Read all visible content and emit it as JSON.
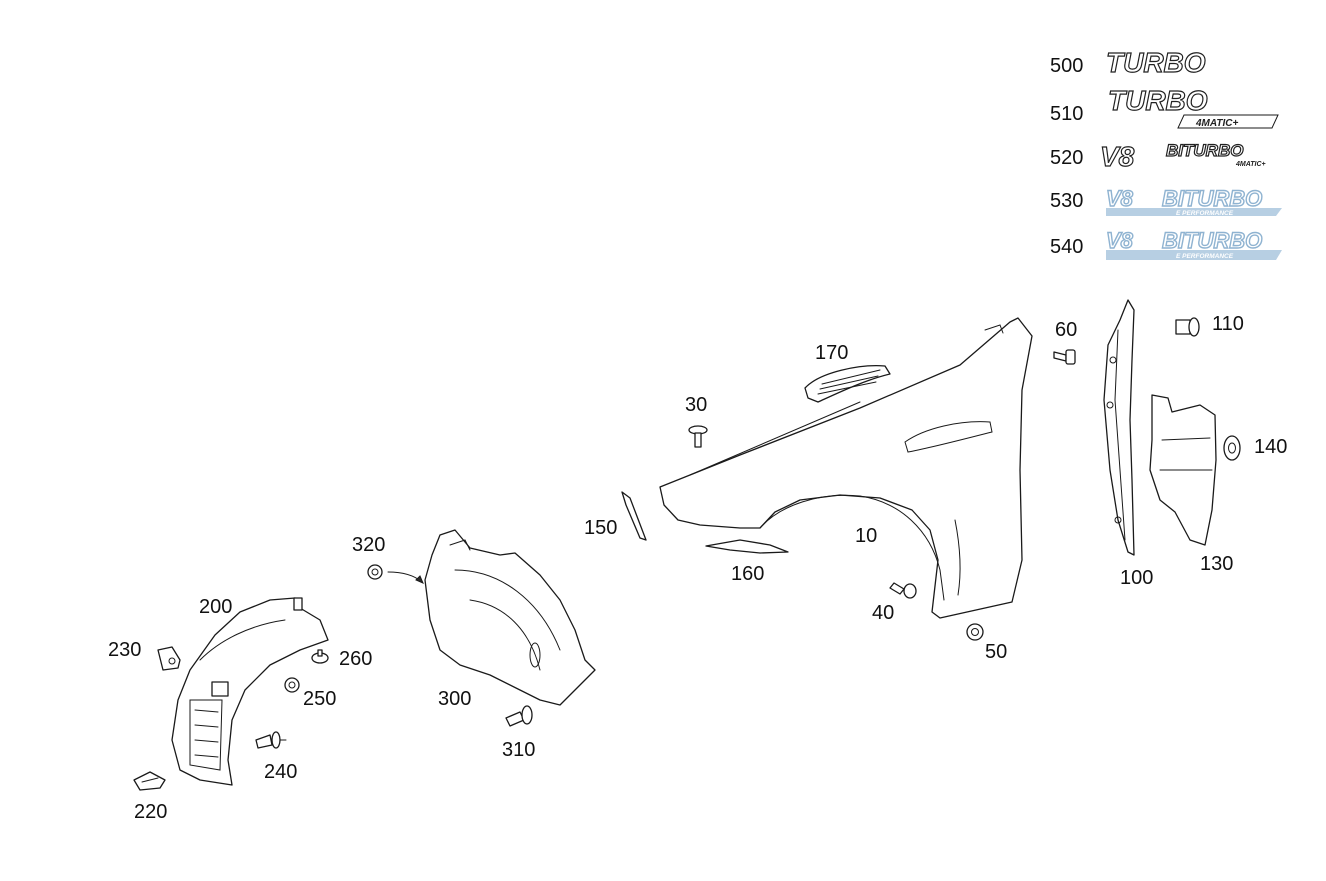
{
  "callouts": {
    "c10": "10",
    "c30": "30",
    "c40": "40",
    "c50": "50",
    "c60": "60",
    "c100": "100",
    "c110": "110",
    "c130": "130",
    "c140": "140",
    "c150": "150",
    "c160": "160",
    "c170": "170",
    "c200": "200",
    "c220": "220",
    "c230": "230",
    "c240": "240",
    "c250": "250",
    "c260": "260",
    "c300": "300",
    "c310": "310",
    "c320": "320",
    "c500": "500",
    "c510": "510",
    "c520": "520",
    "c530": "530",
    "c540": "540"
  },
  "badges": {
    "turbo": "TURBO",
    "matic": "4MATIC+",
    "v8": "V8",
    "biturbo": "BITURBO",
    "performance": "E PERFORMANCE"
  },
  "colors": {
    "line": "#1a1a1a",
    "badge_blue": "#8fb3d1",
    "badge_blue_fill": "#b7cfe3"
  }
}
